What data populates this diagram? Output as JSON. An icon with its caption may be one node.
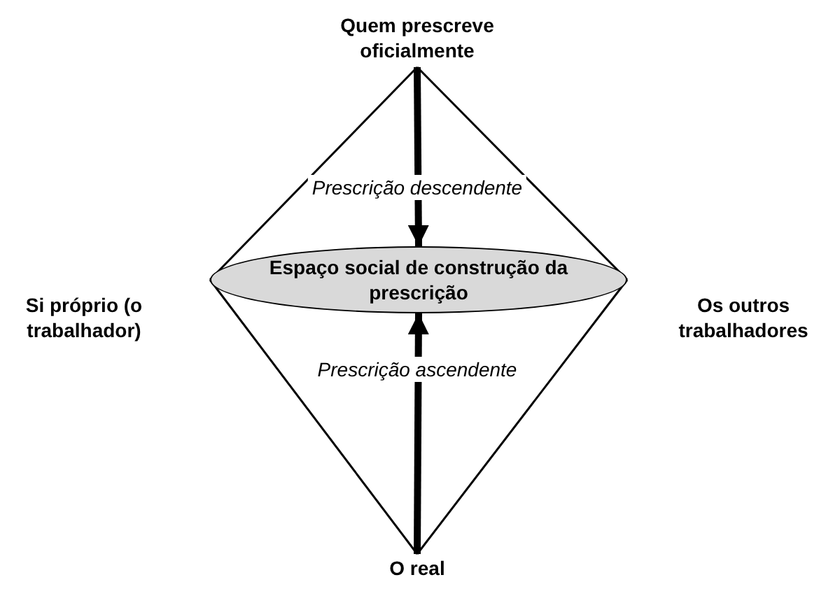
{
  "diagram": {
    "nodes": [
      {
        "text": [
          "Quem prescreve oficialmente"
        ]
      },
      {
        "text": [
          "Si próprio (o trabalhador)"
        ]
      },
      {
        "text": [
          "Espaço social de construção da prescrição"
        ]
      },
      {
        "text": [
          "Os outros trabalhadores"
        ]
      },
      {
        "text": [
          "O real"
        ]
      }
    ],
    "edges": [
      {
        "from": 0,
        "to": 2,
        "arrow": "none"
      },
      {
        "from": 0,
        "to": 2,
        "arrow": "none"
      },
      {
        "from": 0,
        "to": 2,
        "arrow": "to",
        "style": "thick",
        "label": "Prescrição descendente"
      },
      {
        "from": 2,
        "to": 4,
        "arrow": "none"
      },
      {
        "from": 2,
        "to": 4,
        "arrow": "none"
      },
      {
        "from": 4,
        "to": 2,
        "arrow": "to",
        "style": "thick",
        "label": "Prescrição ascendente"
      }
    ]
  }
}
